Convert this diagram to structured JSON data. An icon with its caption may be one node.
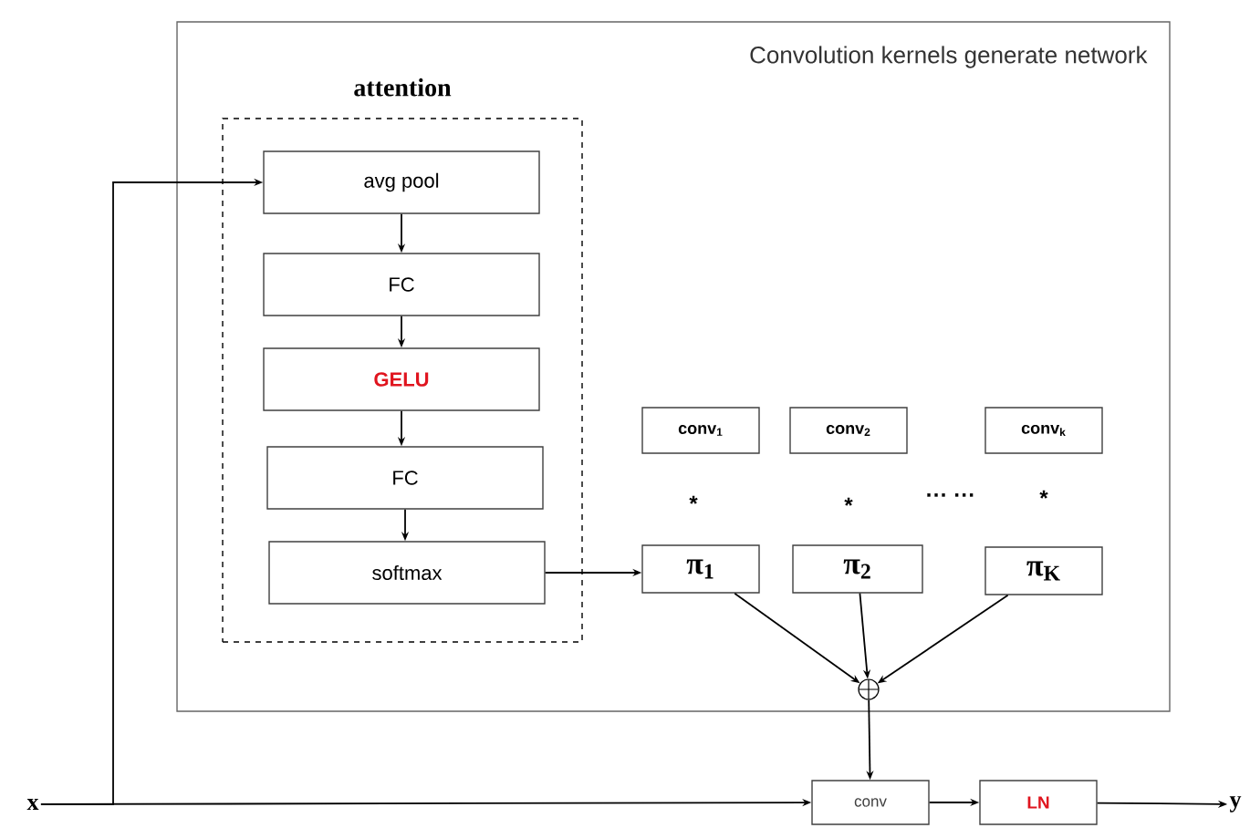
{
  "diagram": {
    "nodes": [
      {
        "text": [
          "Convolution kernels generate network"
        ]
      },
      {
        "text": [
          "attention"
        ],
        "in": 0
      },
      {
        "text": [
          "avg pool"
        ],
        "in": 1
      },
      {
        "text": [
          "FC"
        ],
        "in": 1
      },
      {
        "text": [
          "GELU"
        ],
        "in": 1
      },
      {
        "text": [
          "FC"
        ],
        "in": 1
      },
      {
        "text": [
          "softmax"
        ],
        "in": 1
      },
      {
        "text": [
          "conv$_{1}$"
        ],
        "in": 0
      },
      {
        "text": [
          "conv$_{2}$"
        ],
        "in": 0
      },
      {
        "text": [
          "conv$_{k}$"
        ],
        "in": 0
      },
      {
        "text": [
          "π$_{1}$"
        ],
        "in": 0
      },
      {
        "text": [
          "π$_{2}$"
        ],
        "in": 0
      },
      {
        "text": [
          "π$_{K}$"
        ],
        "in": 0
      },
      {
        "text": [],
        "shape": "circle",
        "in": 0
      },
      {
        "text": [
          "x"
        ]
      },
      {
        "text": [
          "conv"
        ]
      },
      {
        "text": [
          "LN"
        ]
      },
      {
        "text": [
          "y"
        ]
      }
    ],
    "edges": [
      {
        "from": 14,
        "to": 2,
        "arrow": "to"
      },
      {
        "from": 2,
        "to": 3,
        "arrow": "to"
      },
      {
        "from": 3,
        "to": 4,
        "arrow": "to"
      },
      {
        "from": 4,
        "to": 5,
        "arrow": "to"
      },
      {
        "from": 5,
        "to": 6,
        "arrow": "to"
      },
      {
        "from": 6,
        "to": 10,
        "arrow": "to"
      },
      {
        "from": 10,
        "to": 13,
        "arrow": "to"
      },
      {
        "from": 11,
        "to": 13,
        "arrow": "to"
      },
      {
        "from": 12,
        "to": 13,
        "arrow": "to"
      },
      {
        "from": 13,
        "to": 15,
        "arrow": "to"
      },
      {
        "from": 14,
        "to": 15,
        "arrow": "to"
      },
      {
        "from": 15,
        "to": 16,
        "arrow": "to"
      },
      {
        "from": 16,
        "to": 17,
        "arrow": "to"
      }
    ],
    "labels": [
      "*",
      "*",
      "··· ···",
      "*"
    ]
  }
}
